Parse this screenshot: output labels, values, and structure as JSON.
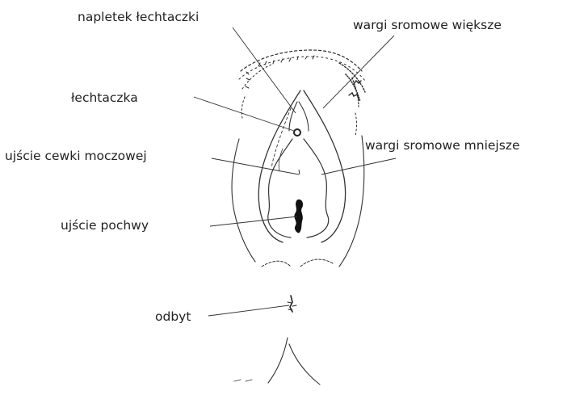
{
  "labels": {
    "clitoral_hood": "napletek łechtaczki",
    "labia_majora": "wargi sromowe większe",
    "clitoris": "łechtaczka",
    "urethral_opening": "ujście cewki moczowej",
    "labia_minora": "wargi sromowe mniejsze",
    "vaginal_opening": "ujście pochwy",
    "anus": "odbyt"
  },
  "colors": {
    "text": "#222222",
    "line": "#333333",
    "sketch": "#2a2a2a"
  }
}
